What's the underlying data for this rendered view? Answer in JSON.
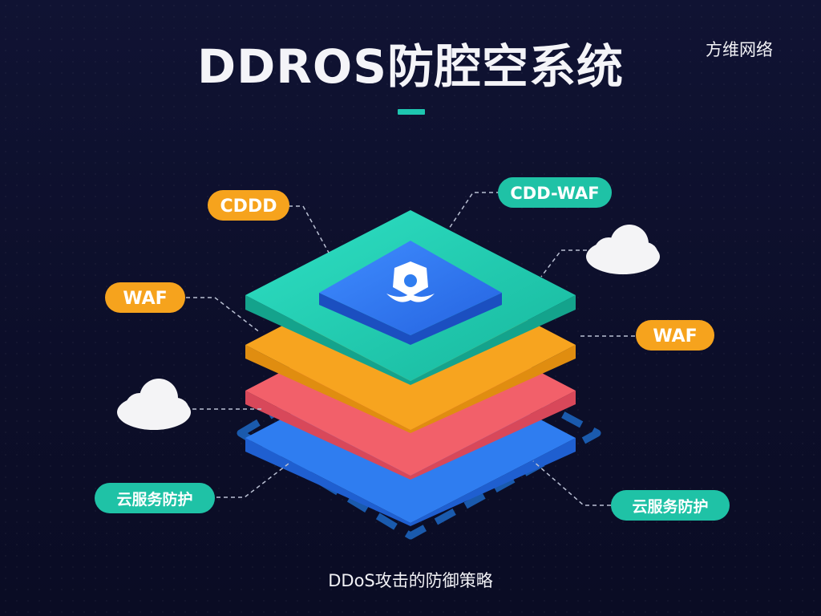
{
  "title": "DDROS防腔空系统",
  "brand": "方维网络",
  "caption": "DDoS攻击的防御策略",
  "labels": {
    "cddd": "CDDD",
    "cdd_waf": "CDD-WAF",
    "waf_left": "WAF",
    "waf_right": "WAF",
    "cloud_left": "云服务防护",
    "cloud_right": "云服务防护"
  },
  "colors": {
    "background": "#0d0f2b",
    "teal": "#22c9b0",
    "orange": "#f7a41f",
    "red": "#f2606a",
    "blue": "#2f7df0",
    "pill_orange": "#f6a31d",
    "pill_teal": "#1fc2a6"
  },
  "icons": {
    "core": "shield-logo-icon",
    "cloud": "cloud-icon"
  }
}
